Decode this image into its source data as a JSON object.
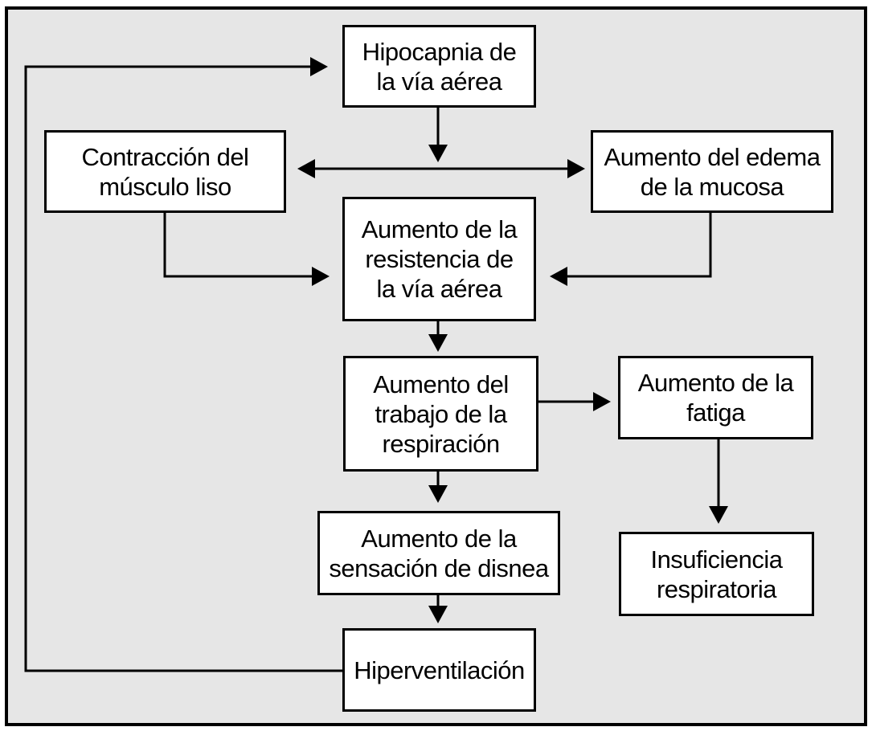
{
  "nodes": {
    "hipocapnia": "Hipocapnia de\nla vía aérea",
    "contraccion": "Contracción del\nmúsculo liso",
    "edema": "Aumento del edema\nde la mucosa",
    "resistencia": "Aumento de la\nresistencia de\nla vía aérea",
    "trabajo": "Aumento del\ntrabajo de la\nrespiración",
    "fatiga": "Aumento de la\nfatiga",
    "disnea": "Aumento de la\nsensación de disnea",
    "insuficiencia": "Insuficiencia\nrespiratoria",
    "hiperventilacion": "Hiperventilación"
  },
  "edges": [
    {
      "from": "hipocapnia",
      "to": "contraccion"
    },
    {
      "from": "hipocapnia",
      "to": "edema"
    },
    {
      "from": "contraccion",
      "to": "resistencia"
    },
    {
      "from": "edema",
      "to": "resistencia"
    },
    {
      "from": "resistencia",
      "to": "trabajo"
    },
    {
      "from": "trabajo",
      "to": "fatiga"
    },
    {
      "from": "trabajo",
      "to": "disnea"
    },
    {
      "from": "fatiga",
      "to": "insuficiencia"
    },
    {
      "from": "disnea",
      "to": "hiperventilacion"
    },
    {
      "from": "hiperventilacion",
      "to": "hipocapnia"
    }
  ],
  "colors": {
    "background": "#e6e6e6",
    "box": "#ffffff",
    "stroke": "#000000"
  }
}
